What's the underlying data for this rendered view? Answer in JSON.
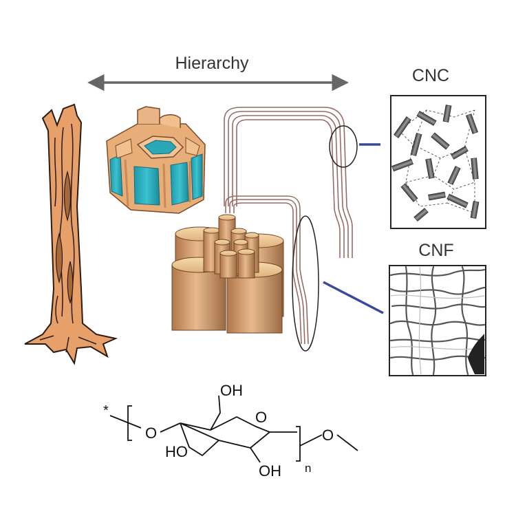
{
  "hierarchy_label": "Hierarchy",
  "cnc_label": "CNC",
  "cnf_label": "CNF",
  "structure": {
    "asterisk": "*",
    "oh_top": "OH",
    "ring_o": "O",
    "left_o": "O",
    "ho_left": "HO",
    "oh_bottom": "OH",
    "subscript_n": "n",
    "right_o": "O"
  },
  "colors": {
    "arrow": "#666666",
    "connector": "#3a4a9a",
    "fibril_strand": "#9b6a62",
    "tree_fill": "#e8a06a",
    "cell_wall_orange": "#e7ae7a",
    "cell_lumen_teal": "#2aa8b8",
    "cylinder_fill": "#d39a67"
  },
  "icons": [
    "tree-icon",
    "wood-cell-icon",
    "microfibril-bundle-icon",
    "nanocrystal-icon",
    "nanofiber-icon"
  ]
}
